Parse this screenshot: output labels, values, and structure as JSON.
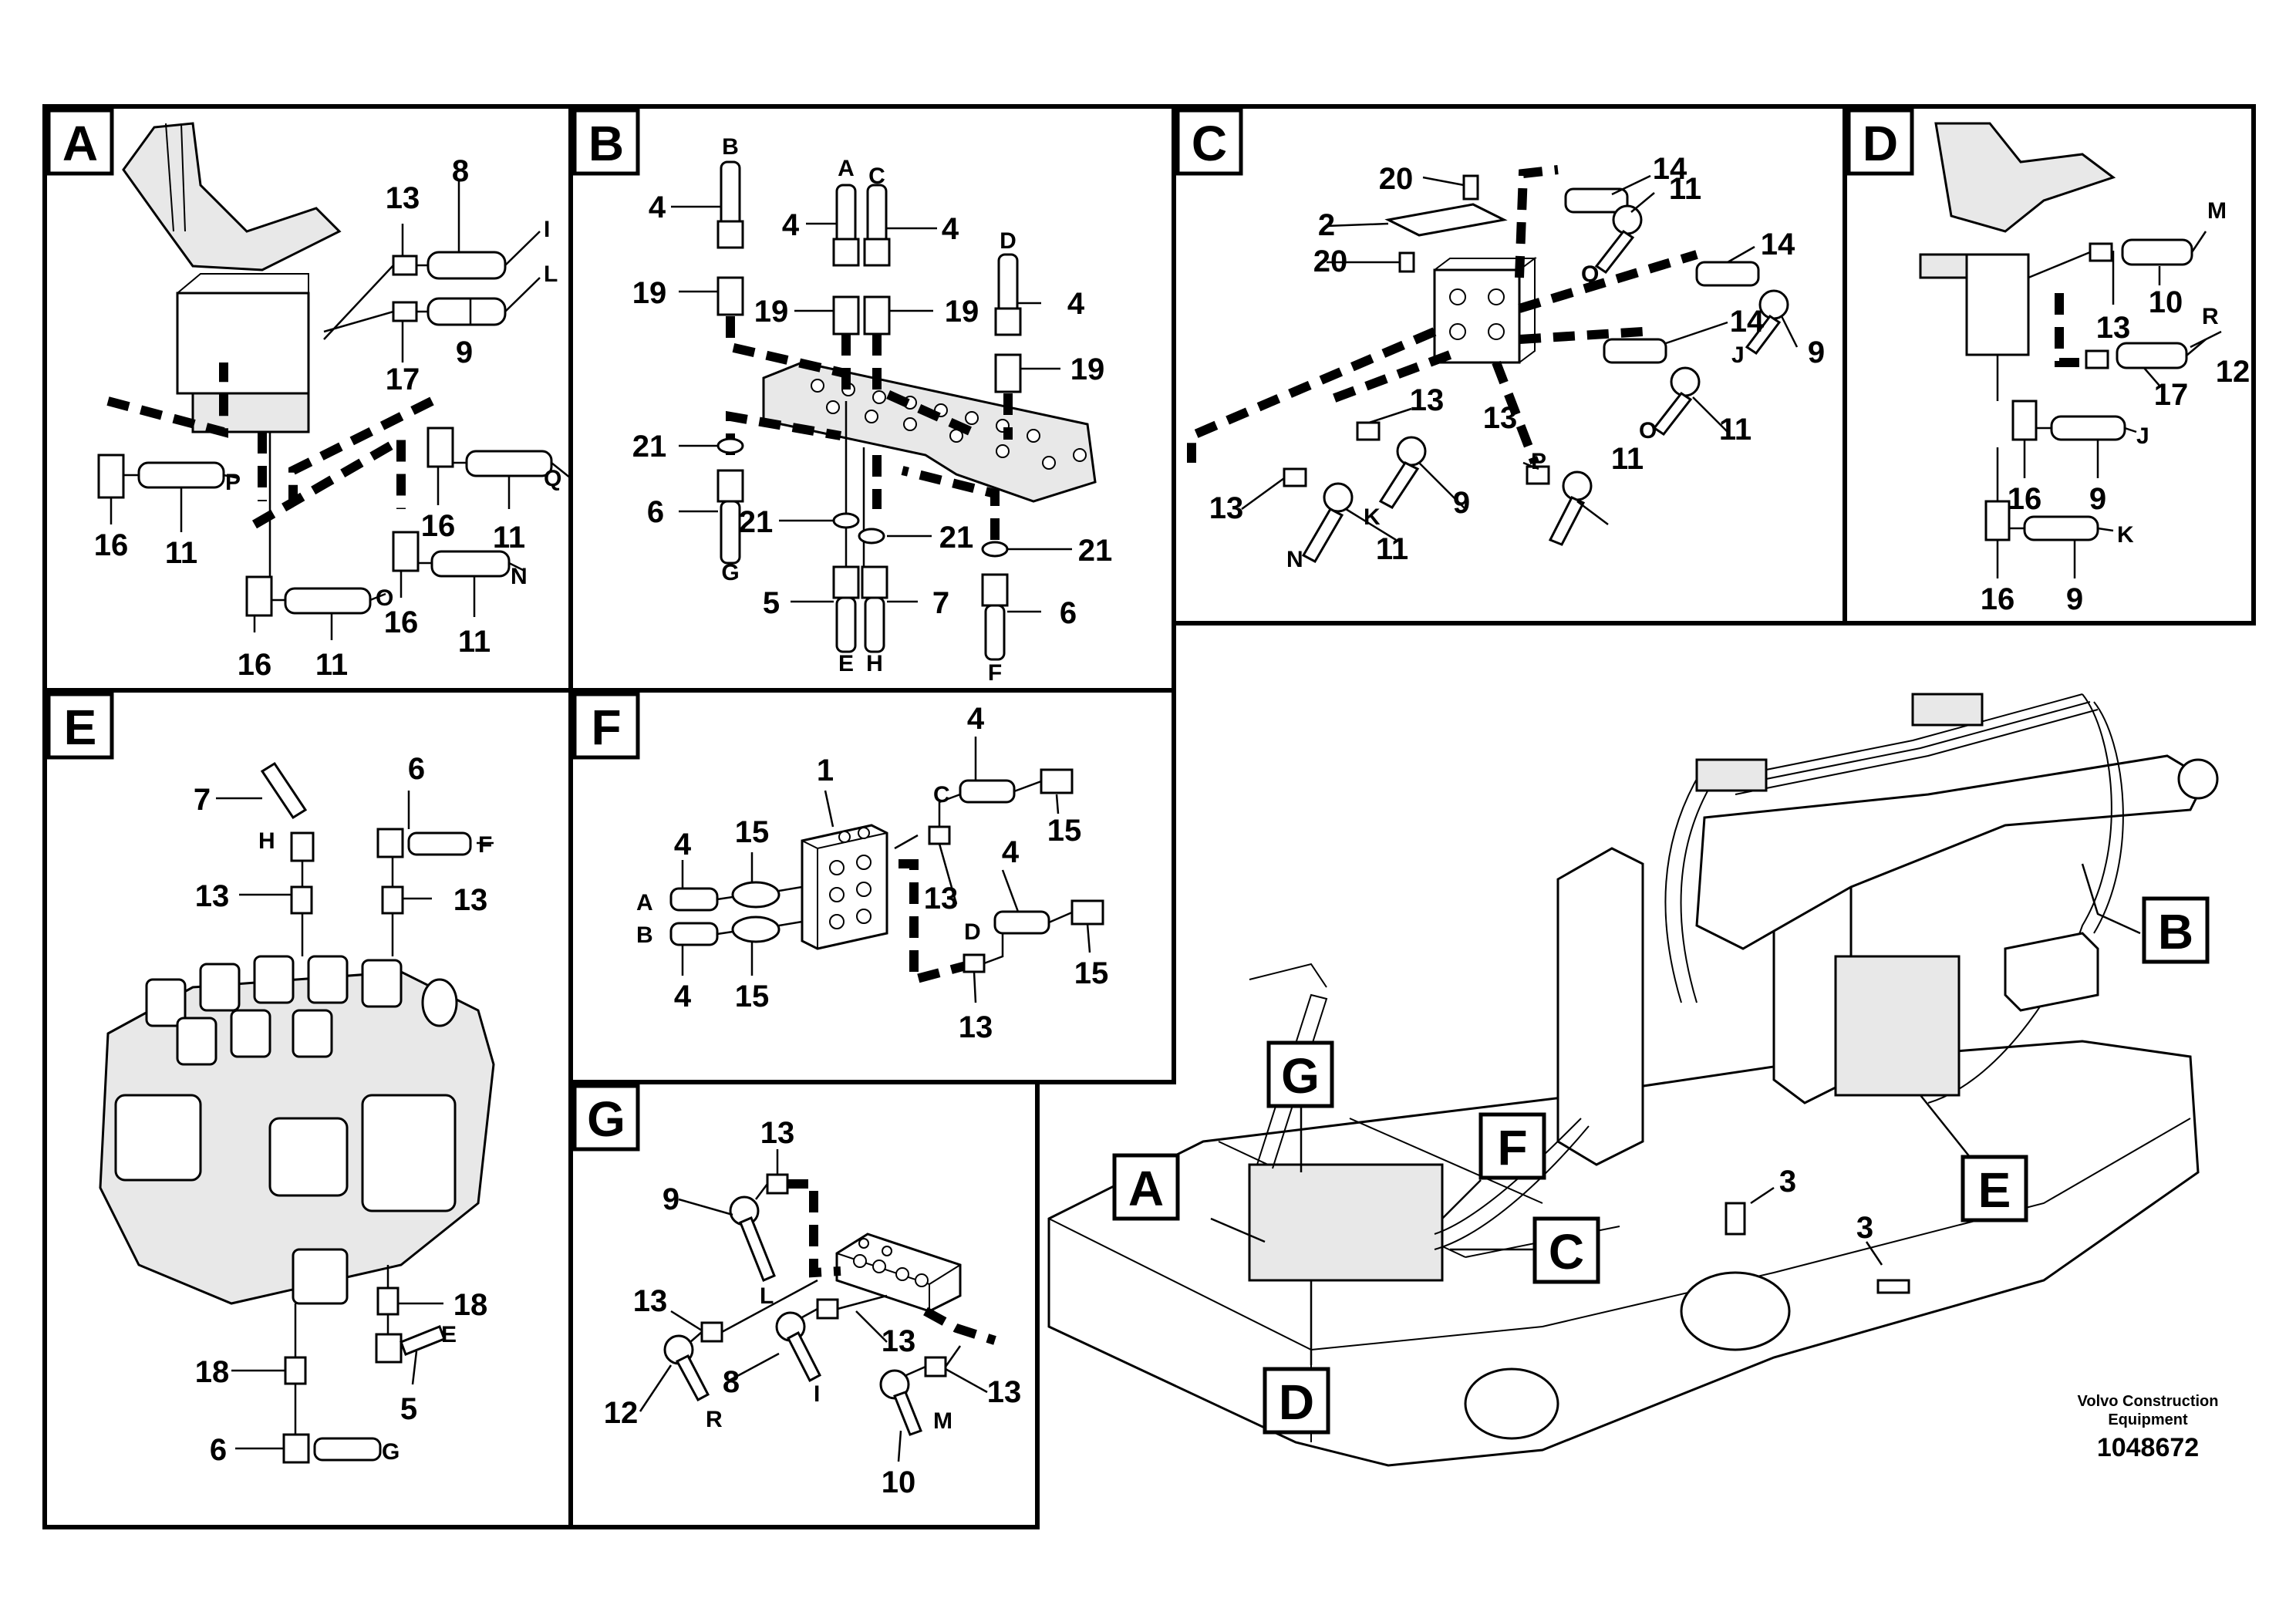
{
  "panels": {
    "A": {
      "tag": "A",
      "callouts": [
        "13",
        "8",
        "17",
        "9",
        "16",
        "11",
        "16",
        "11",
        "16",
        "11",
        "16",
        "11"
      ],
      "ends": [
        "I",
        "L",
        "P",
        "Q",
        "N",
        "O"
      ]
    },
    "B": {
      "tag": "B",
      "callouts": [
        "4",
        "4",
        "4",
        "4",
        "19",
        "19",
        "19",
        "19",
        "21",
        "21",
        "21",
        "21",
        "6",
        "6",
        "5",
        "7"
      ],
      "ends": [
        "B",
        "A",
        "C",
        "D",
        "G",
        "E",
        "H",
        "F"
      ]
    },
    "C": {
      "tag": "C",
      "callouts": [
        "20",
        "20",
        "2",
        "14",
        "11",
        "14",
        "9",
        "14",
        "11",
        "13",
        "13",
        "11",
        "13",
        "9",
        "11"
      ],
      "ends": [
        "Q",
        "J",
        "O",
        "P",
        "K",
        "N"
      ]
    },
    "D": {
      "tag": "D",
      "callouts": [
        "10",
        "13",
        "12",
        "17",
        "16",
        "9",
        "16",
        "9"
      ],
      "ends": [
        "M",
        "R",
        "J",
        "K"
      ]
    },
    "E": {
      "tag": "E",
      "callouts": [
        "7",
        "6",
        "13",
        "13",
        "18",
        "18",
        "5",
        "6"
      ],
      "ends": [
        "H",
        "F",
        "E",
        "G"
      ]
    },
    "F": {
      "tag": "F",
      "callouts": [
        "1",
        "4",
        "4",
        "4",
        "4",
        "15",
        "15",
        "15",
        "15",
        "13",
        "13"
      ],
      "ends": [
        "C",
        "A",
        "B",
        "D"
      ]
    },
    "G": {
      "tag": "G",
      "callouts": [
        "13",
        "9",
        "13",
        "13",
        "8",
        "12",
        "10",
        "13"
      ],
      "ends": [
        "L",
        "R",
        "I",
        "M"
      ]
    }
  },
  "overview": {
    "tags": [
      "A",
      "B",
      "C",
      "D",
      "E",
      "F",
      "G"
    ],
    "callouts": [
      "3",
      "3"
    ]
  },
  "footer": {
    "brand_line1": "Volvo Construction",
    "brand_line2": "Equipment",
    "doc_number": "1048672"
  }
}
